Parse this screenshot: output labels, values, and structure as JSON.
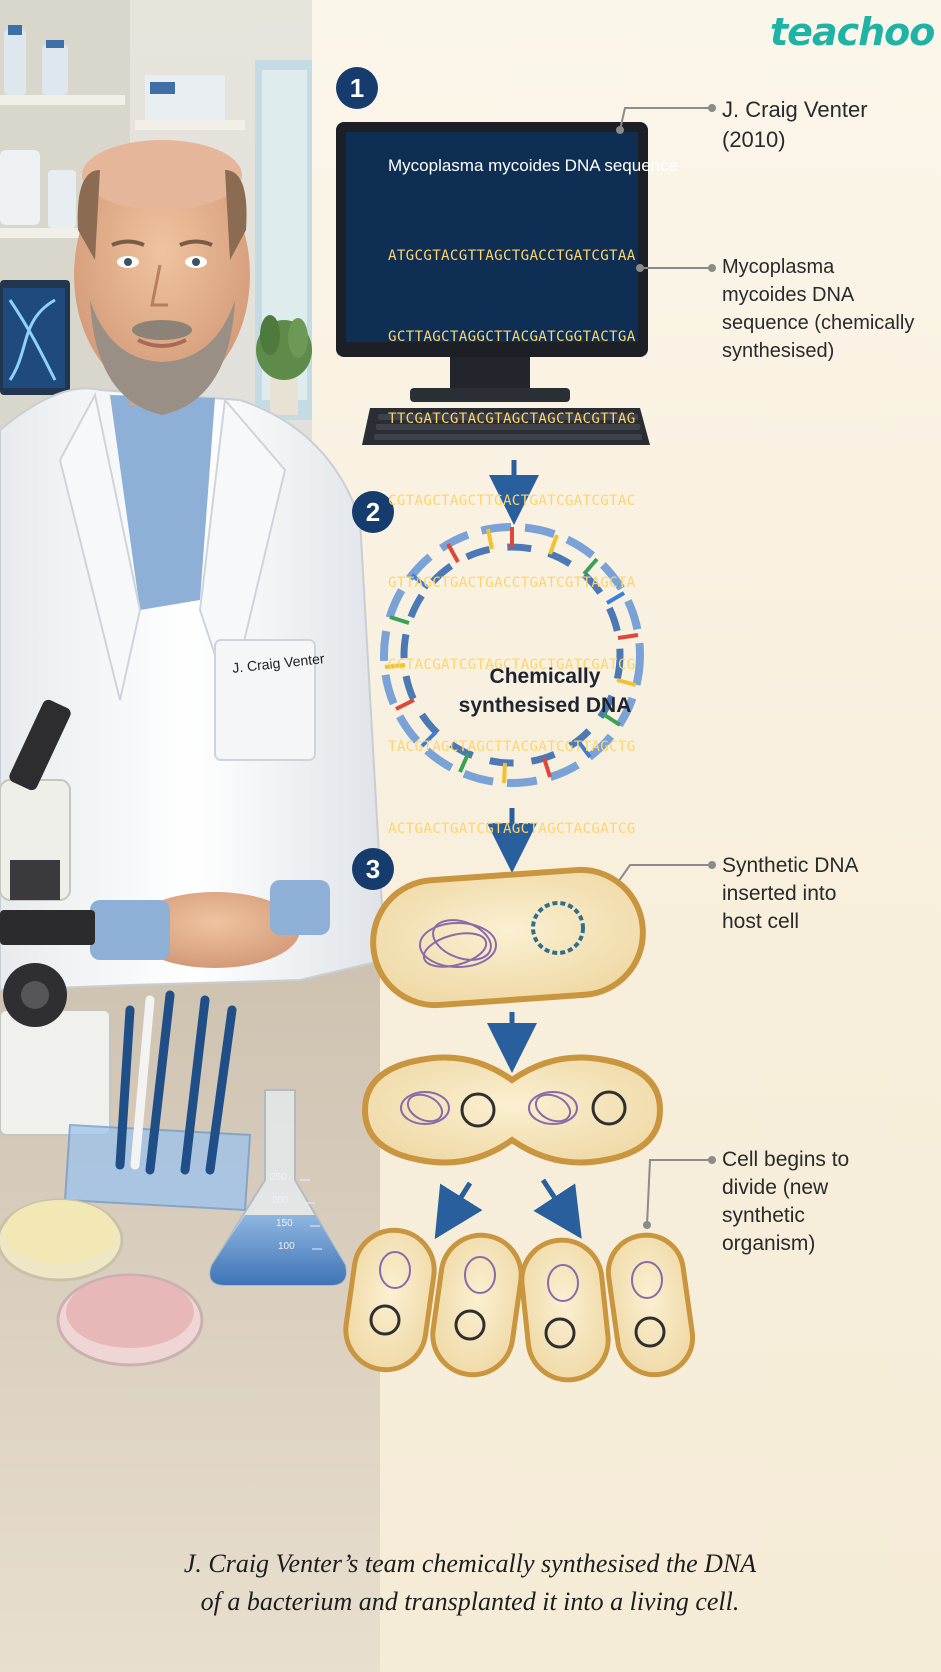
{
  "brand": {
    "name": "teachoo"
  },
  "steps": [
    "1",
    "2",
    "3"
  ],
  "monitor": {
    "title": "Mycoplasma mycoides DNA sequence",
    "sequence": [
      "ATGCGTACGTTAGCTGACCTGATCGTAA",
      "GCTTAGCTAGGCTTACGATCGGTACTGA",
      "TTCGATCGTACGTAGCTAGCTACGTTAG",
      "CGTAGCTAGCTTGACTGATCGATCGTAC",
      "GTTAGCTGACTGACCTGATCGTTAGCTA",
      "GCTACGATCGTAGCTAGCTGATCGATCG",
      "TACGTAGCTAGCTTACGATCGTTAGCTG",
      "ACTGACTGATCGTAGCTAGCTACGATCG"
    ]
  },
  "coat_name": "J. Craig Venter",
  "dna_ring_label": [
    "Chemically",
    "synthesised DNA"
  ],
  "callouts": {
    "scientist": [
      "J. Craig Venter",
      "(2010)"
    ],
    "sequence": [
      "Mycoplasma",
      "mycoides DNA",
      "sequence (chemically",
      "synthesised)"
    ],
    "insertion": [
      "Synthetic DNA",
      "inserted into",
      "host cell"
    ],
    "division": [
      "Cell begins to",
      "divide (new",
      "synthetic",
      "organism)"
    ]
  },
  "flask_marks": [
    "250",
    "200",
    "150",
    "100"
  ],
  "caption": [
    "J. Craig Venter’s team chemically synthesised the DNA",
    "of a bacterium and transplanted it into a living cell."
  ],
  "colors": {
    "badge": "#163c6e",
    "arrow": "#2a5f9e",
    "brand": "#1fb3a6",
    "cell_wall": "#c9953e",
    "cell_fill": "#f3e2b8",
    "chromosome": "#8a6aa8"
  }
}
